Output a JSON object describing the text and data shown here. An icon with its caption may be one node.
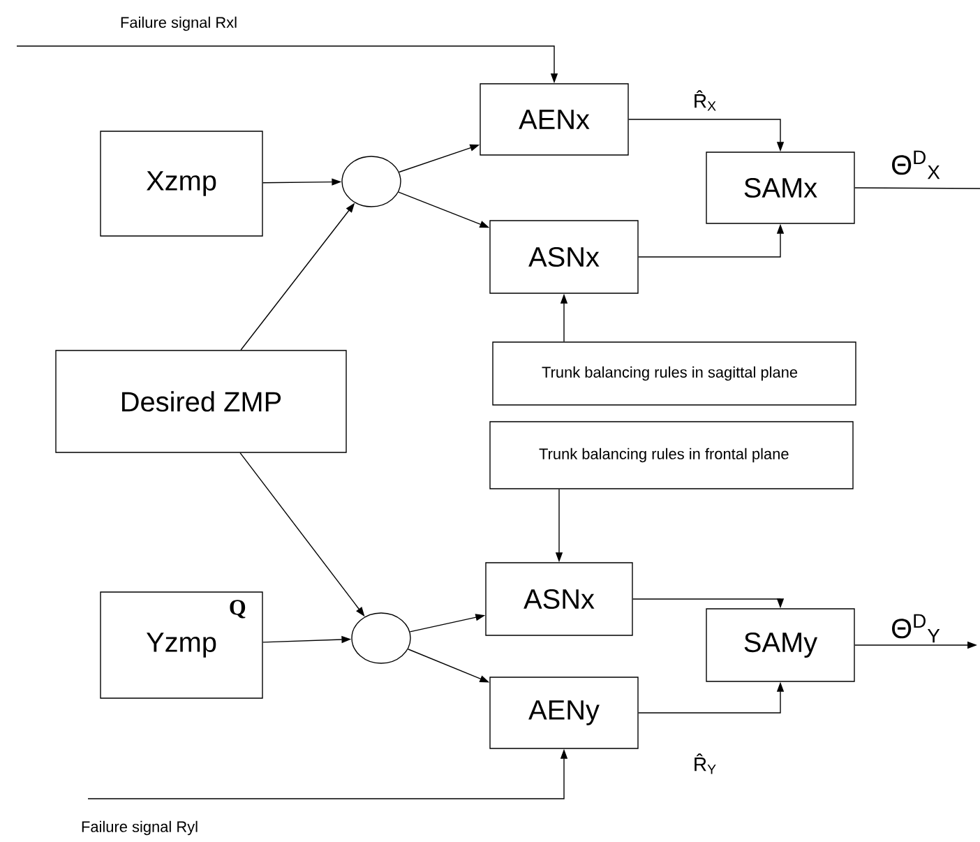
{
  "diagram": {
    "nodes": [
      {
        "text": [
          "Xzmp"
        ]
      },
      {
        "text": [],
        "shape": "circle"
      },
      {
        "text": [
          "AENx"
        ]
      },
      {
        "text": [
          "ASNx"
        ]
      },
      {
        "text": [
          "SAMx"
        ]
      },
      {
        "text": [
          "Desired ZMP"
        ]
      },
      {
        "text": [
          "Trunk balancing rules in sagittal plane"
        ]
      },
      {
        "text": [
          "Trunk balancing rules in frontal  plane"
        ]
      },
      {
        "text": [
          "Yzmp",
          "Q"
        ]
      },
      {
        "text": [],
        "shape": "circle"
      },
      {
        "text": [
          "ASNx"
        ]
      },
      {
        "text": [
          "SAMy"
        ]
      },
      {
        "text": [
          "AENy"
        ]
      }
    ],
    "edges": [
      {
        "from": null,
        "to": 2,
        "arrow": "to",
        "label": "Failure signal  Rxl"
      },
      {
        "from": 0,
        "to": 1,
        "arrow": "to"
      },
      {
        "from": 5,
        "to": 1,
        "arrow": "to"
      },
      {
        "from": 1,
        "to": 2,
        "arrow": "to"
      },
      {
        "from": 1,
        "to": 3,
        "arrow": "to"
      },
      {
        "from": 2,
        "to": 4,
        "arrow": "to",
        "label": "R̂$_{X}$"
      },
      {
        "from": 3,
        "to": 4,
        "arrow": "to"
      },
      {
        "from": 4,
        "to": null,
        "arrow": "none",
        "label": "Θ$^{D}$$_{X}$"
      },
      {
        "from": 6,
        "to": 3,
        "arrow": "to"
      },
      {
        "from": 7,
        "to": 10,
        "arrow": "to"
      },
      {
        "from": 5,
        "to": 9,
        "arrow": "to"
      },
      {
        "from": 8,
        "to": 9,
        "arrow": "to"
      },
      {
        "from": 9,
        "to": 10,
        "arrow": "to"
      },
      {
        "from": 9,
        "to": 12,
        "arrow": "to"
      },
      {
        "from": 10,
        "to": 11,
        "arrow": "to"
      },
      {
        "from": 12,
        "to": 11,
        "arrow": "to",
        "label": "R̂$_{Y}$"
      },
      {
        "from": 11,
        "to": null,
        "arrow": "to",
        "label": "Θ$^{D}$$_{Y}$"
      },
      {
        "from": null,
        "to": 12,
        "arrow": "to",
        "label": "Failure signal  Ryl"
      }
    ]
  }
}
